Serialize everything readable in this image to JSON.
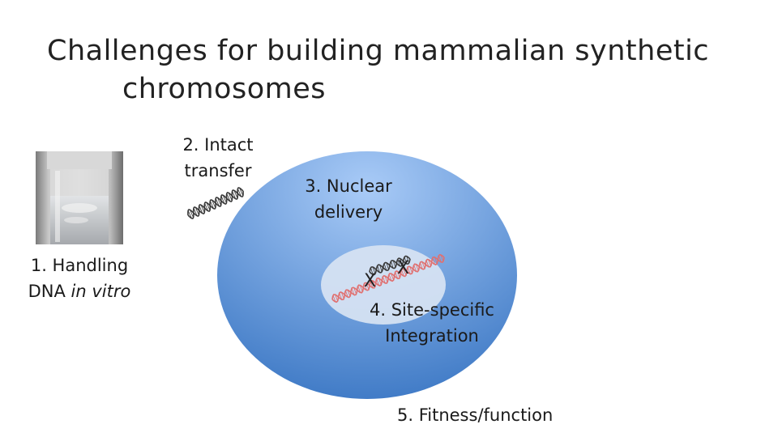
{
  "title": {
    "line1": "Challenges for building mammalian  synthetic",
    "line2": "chromosomes"
  },
  "labels": {
    "handling": {
      "line1": "1. Handling",
      "line2_prefix": "DNA ",
      "line2_italic": "in vitro"
    },
    "transfer": {
      "line1": "2. Intact",
      "line2": "transfer"
    },
    "nuclear": {
      "line1": "3. Nuclear",
      "line2": "delivery"
    },
    "integration": {
      "line1": "4. Site-specific",
      "line2": "Integration"
    },
    "fitness": "5. Fitness/function"
  },
  "markers": {
    "site_left": "X",
    "site_right": "X"
  },
  "colors": {
    "cell_light": "#a9cbf7",
    "cell_dark": "#3b77c4",
    "nucleus": "#d5e2f2",
    "dna_dark": "#3a3a3a",
    "dna_red": "#e07070"
  }
}
